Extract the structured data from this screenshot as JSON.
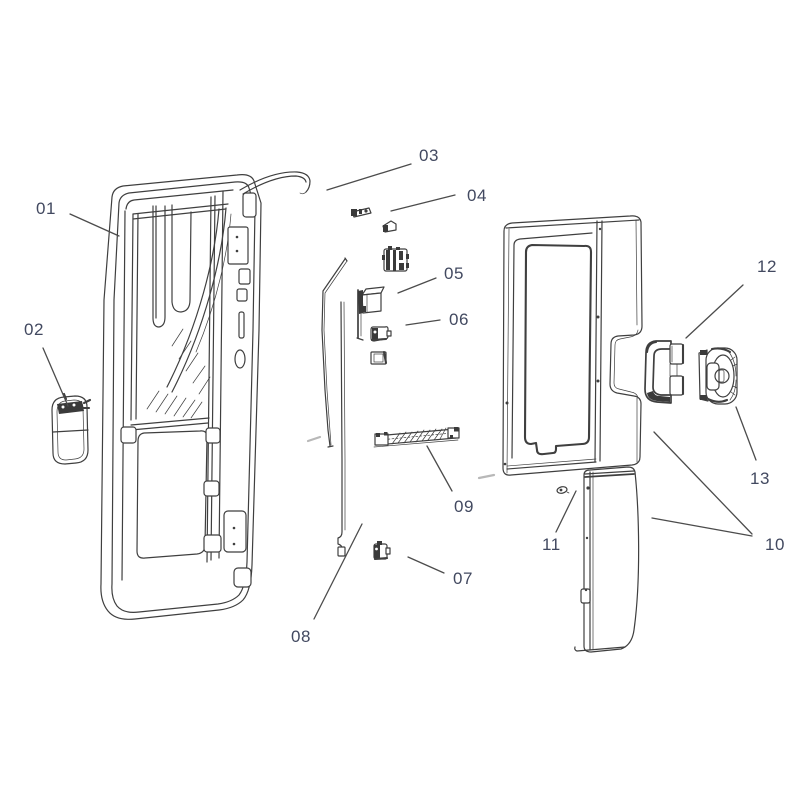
{
  "diagram": {
    "type": "exploded-parts-diagram",
    "description": "door assembly parts diagram",
    "background": "#ffffff"
  },
  "labels": {
    "l01": "01",
    "l02": "02",
    "l03": "03",
    "l04": "04",
    "l05": "05",
    "l06": "06",
    "l07": "07",
    "l08": "08",
    "l09": "09",
    "l10": "10",
    "l11": "11",
    "l12": "12",
    "l13": "13"
  },
  "colors": {
    "ink": "#3f3f3f",
    "label": "#424960",
    "leader": "#4c4c4c",
    "faint": "#b8b8b8",
    "dark-fill": "#3a3a3a"
  }
}
